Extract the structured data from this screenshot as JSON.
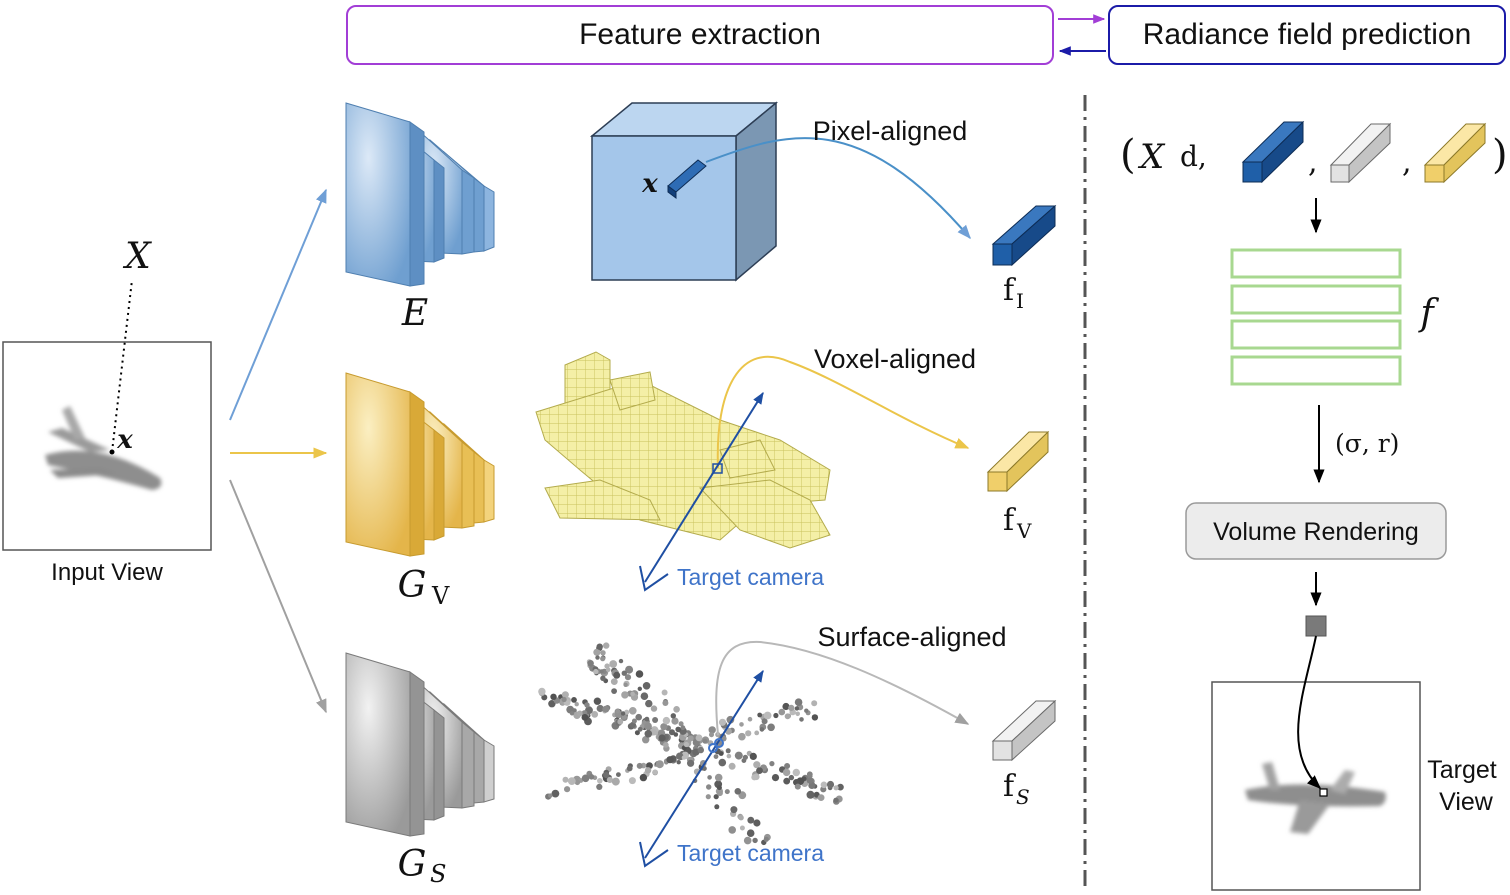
{
  "header": {
    "feature_extraction": "Feature extraction",
    "radiance_field_prediction": "Radiance field prediction"
  },
  "input": {
    "label": "Input View",
    "point_upper": "X",
    "point_lower": "x"
  },
  "encoders": {
    "E": "E",
    "G_V_base": "G",
    "G_V_sub": "V",
    "G_S_base": "G",
    "G_S_sub": "S"
  },
  "branches": {
    "pixel": "Pixel-aligned",
    "voxel": "Voxel-aligned",
    "surface": "Surface-aligned",
    "cube_point": "x",
    "target_camera": "Target camera"
  },
  "features": {
    "f_base": "f",
    "I_sub": "I",
    "V_sub": "V",
    "S_sub": "S"
  },
  "right": {
    "tuple_open": "(",
    "tuple_X": "X",
    "tuple_d": "d,",
    "tuple_comma": ",",
    "tuple_close": ")",
    "mlp_label": "f",
    "output_label": "(σ, r)",
    "volume_rendering": "Volume Rendering",
    "target_view_line1": "Target",
    "target_view_line2": "View"
  },
  "colors": {
    "pixel_blue": "#1f5fa8",
    "voxel_yellow": "#f0cf6a",
    "surface_gray": "#bdbdbd",
    "feature_box_border": "#a23ed6",
    "radiance_box_border": "#1b1ba8",
    "mlp_green": "#a8d890",
    "target_camera_blue": "#3f74c9"
  }
}
